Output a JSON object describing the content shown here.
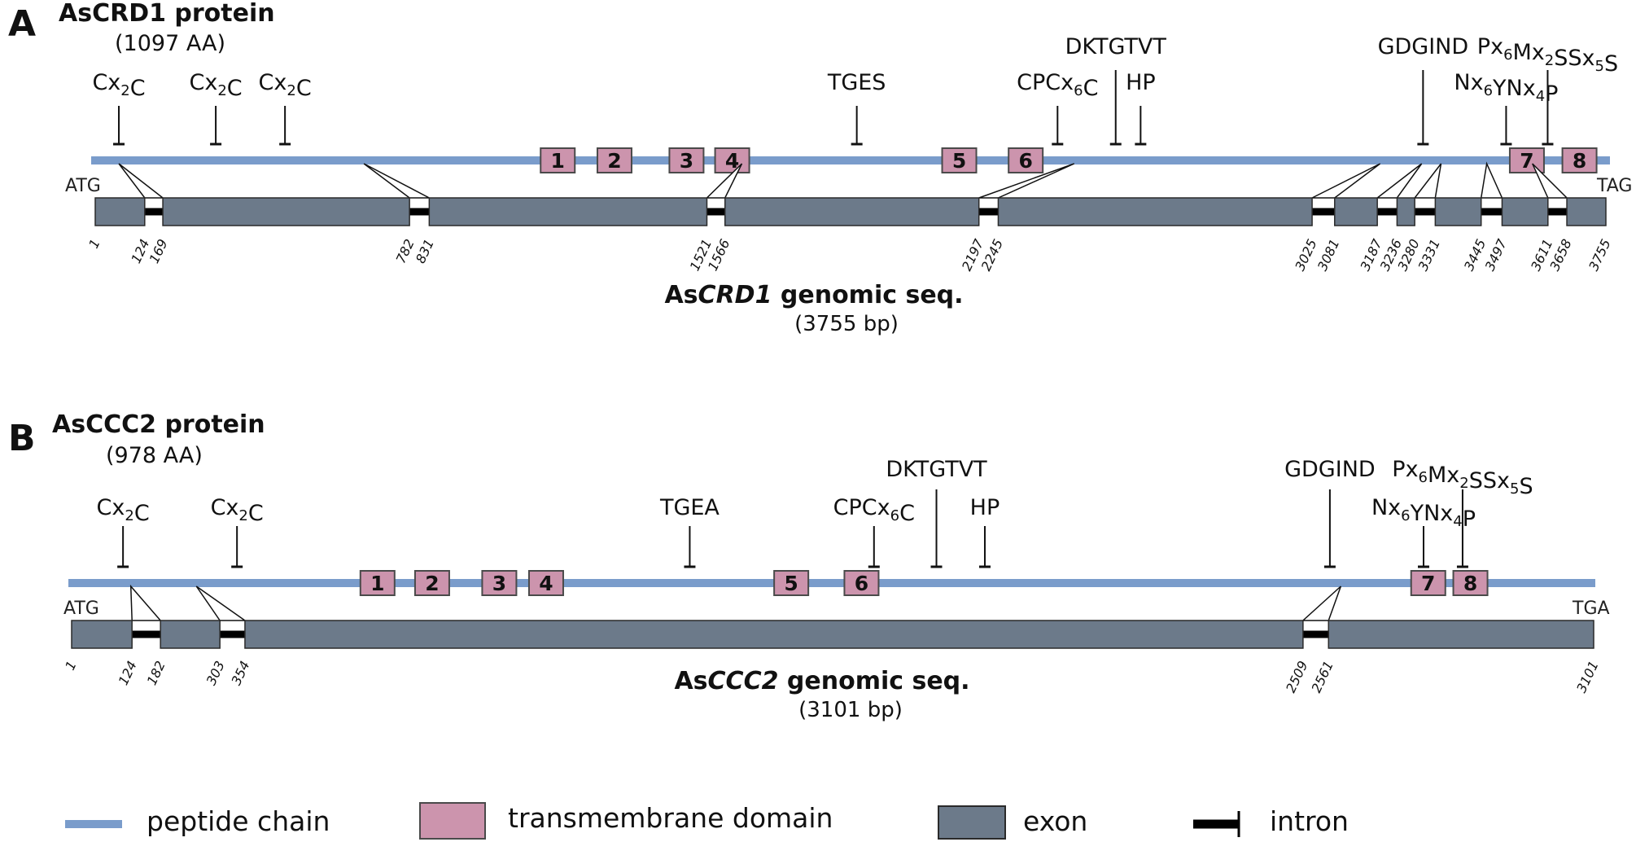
{
  "colors": {
    "peptide_chain": "#7a9ccb",
    "transmembrane": "#cc94ad",
    "exon": "#6c7a8a",
    "intron": "#000000"
  },
  "panels": [
    {
      "letter": "A",
      "protein_title": "AsCRD1 protein",
      "protein_length": "(1097 AA)",
      "genomic_title_prefix": "As",
      "genomic_title_italic": "CRD1",
      "genomic_title_suffix": " genomic seq.",
      "genomic_length": "(3755 bp)",
      "start_codon": "ATG",
      "stop_codon": "TAG",
      "aa_length": 1097,
      "bp_length": 3755,
      "motifs": [
        {
          "label": "Cx_2C",
          "aa": 20
        },
        {
          "label": "Cx_2C",
          "aa": 90
        },
        {
          "label": "Cx_2C",
          "aa": 140
        },
        {
          "label": "TGES",
          "aa": 553
        },
        {
          "label": "CPCx_6C",
          "aa": 698
        },
        {
          "label": "DKTGTVT",
          "aa": 740
        },
        {
          "label": "HP",
          "aa": 758
        },
        {
          "label": "GDGIND",
          "aa": 962
        },
        {
          "label": "Nx_6YNx_4P",
          "aa": 1022
        },
        {
          "label": "Px_6Mx_2SSx_5S",
          "aa": 1052
        }
      ],
      "tm_domains": [
        {
          "num": "1",
          "aa": 337
        },
        {
          "num": "2",
          "aa": 378
        },
        {
          "num": "3",
          "aa": 430
        },
        {
          "num": "4",
          "aa": 463
        },
        {
          "num": "5",
          "aa": 627
        },
        {
          "num": "6",
          "aa": 675
        },
        {
          "num": "7",
          "aa": 1037
        },
        {
          "num": "8",
          "aa": 1075
        }
      ],
      "exons": [
        [
          1,
          124
        ],
        [
          169,
          782
        ],
        [
          831,
          1521
        ],
        [
          1566,
          2197
        ],
        [
          2245,
          3025
        ],
        [
          3081,
          3187
        ],
        [
          3236,
          3280
        ],
        [
          3331,
          3445
        ],
        [
          3497,
          3611
        ],
        [
          3658,
          3755
        ]
      ],
      "exon_protein_aa": [
        [
          1,
          20
        ],
        [
          20,
          197
        ],
        [
          197,
          470
        ],
        [
          470,
          710
        ],
        [
          710,
          931
        ],
        [
          931,
          961
        ],
        [
          961,
          975
        ],
        [
          975,
          1008
        ],
        [
          1008,
          1041
        ],
        [
          1041,
          1097
        ]
      ],
      "coords": [
        "1",
        "124",
        "169",
        "782",
        "831",
        "1521",
        "1566",
        "2197",
        "2245",
        "3025",
        "3081",
        "3187",
        "3236",
        "3280",
        "3331",
        "3445",
        "3497",
        "3611",
        "3658",
        "3755"
      ]
    },
    {
      "letter": "B",
      "protein_title": "AsCCC2 protein",
      "protein_length": "(978 AA)",
      "genomic_title_prefix": "As",
      "genomic_title_italic": "CCC2",
      "genomic_title_suffix": " genomic seq.",
      "genomic_length": "(3101 bp)",
      "start_codon": "ATG",
      "stop_codon": "TGA",
      "aa_length": 978,
      "bp_length": 3101,
      "motifs": [
        {
          "label": "Cx_2C",
          "aa": 35
        },
        {
          "label": "Cx_2C",
          "aa": 108
        },
        {
          "label": "TGEA",
          "aa": 398
        },
        {
          "label": "CPCx_6C",
          "aa": 516
        },
        {
          "label": "DKTGTVT",
          "aa": 556
        },
        {
          "label": "HP",
          "aa": 587
        },
        {
          "label": "GDGIND",
          "aa": 808
        },
        {
          "label": "Nx_6YNx_4P",
          "aa": 868
        },
        {
          "label": "Px_6Mx_2SSx_5S",
          "aa": 893
        }
      ],
      "tm_domains": [
        {
          "num": "1",
          "aa": 198
        },
        {
          "num": "2",
          "aa": 233
        },
        {
          "num": "3",
          "aa": 276
        },
        {
          "num": "4",
          "aa": 306
        },
        {
          "num": "5",
          "aa": 463
        },
        {
          "num": "6",
          "aa": 508
        },
        {
          "num": "7",
          "aa": 871
        },
        {
          "num": "8",
          "aa": 898
        }
      ],
      "exons": [
        [
          1,
          124
        ],
        [
          182,
          303
        ],
        [
          354,
          2509
        ],
        [
          2561,
          3101
        ]
      ],
      "exon_protein_aa": [
        [
          1,
          40
        ],
        [
          40,
          82
        ],
        [
          82,
          815
        ],
        [
          815,
          978
        ]
      ],
      "coords": [
        "1",
        "124",
        "182",
        "303",
        "354",
        "2509",
        "2561",
        "3101"
      ]
    }
  ],
  "legend": {
    "peptide_chain": "peptide chain",
    "transmembrane": "transmembrane domain",
    "exon": "exon",
    "intron": "intron"
  }
}
